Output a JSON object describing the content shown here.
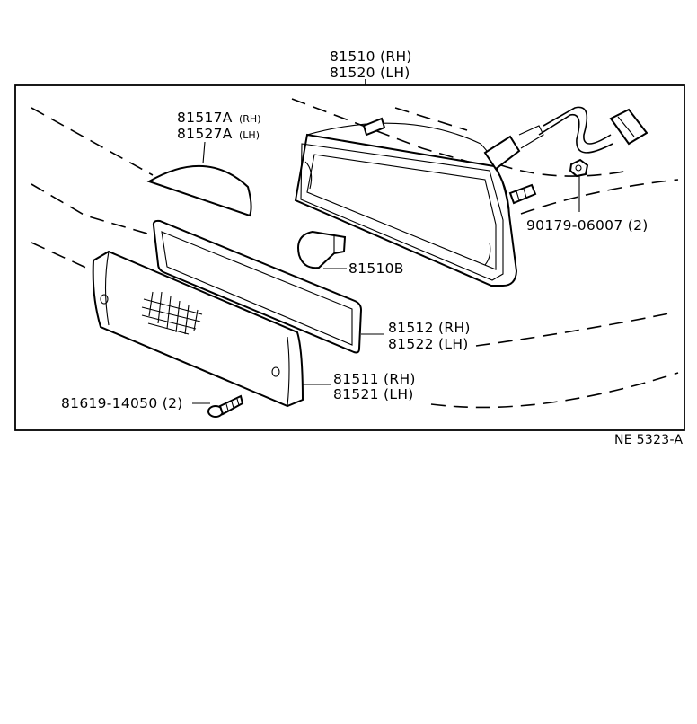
{
  "labels": {
    "lamp_assy_rh": "81510 (RH)",
    "lamp_assy_lh": "81520 (LH)",
    "cover_rh_num": "81517A",
    "cover_rh_side": "(RH)",
    "cover_lh_num": "81527A",
    "cover_lh_side": "(LH)",
    "nut": "90179-06007 (2)",
    "bulb": "81510B",
    "gasket_rh": "81512 (RH)",
    "gasket_lh": "81522 (LH)",
    "lens_rh": "81511 (RH)",
    "lens_lh": "81521 (LH)",
    "screw": "81619-14050 (2)"
  },
  "reference": "NE  5323-A"
}
